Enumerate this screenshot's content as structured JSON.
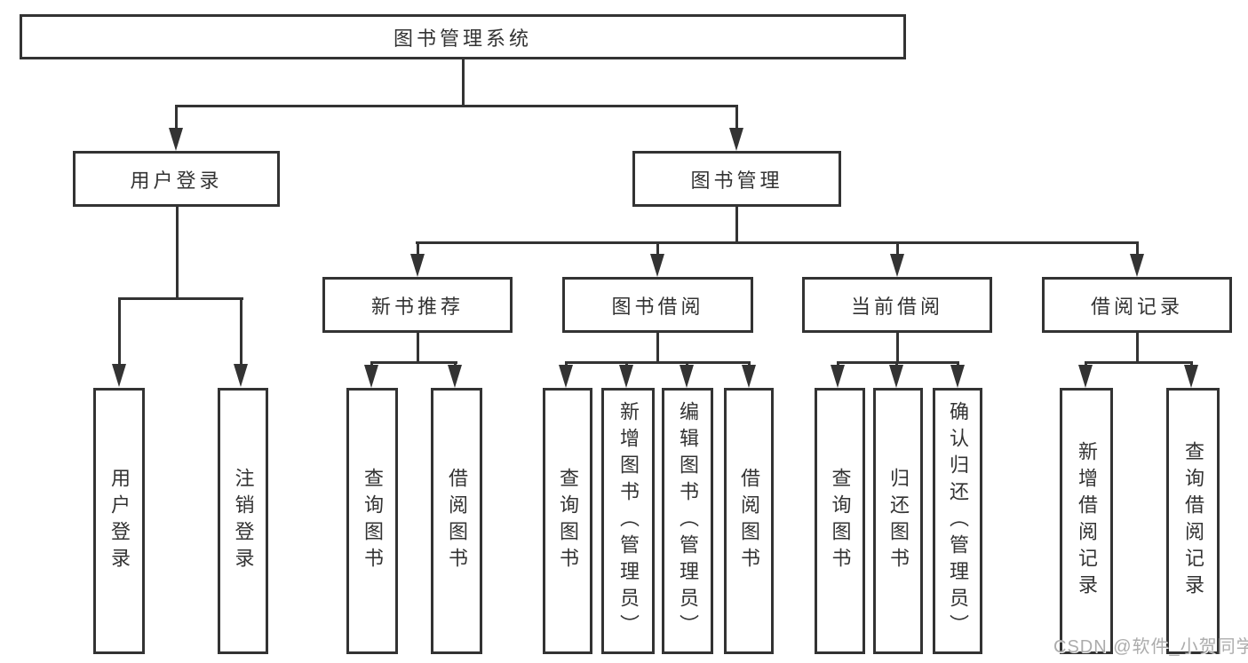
{
  "watermark": "CSDN @软件_小贺同学",
  "colors": {
    "line": "#333333",
    "text": "#333333",
    "watermark": "#a8a8a8",
    "background": "#ffffff"
  },
  "tree": {
    "label": "图书管理系统",
    "children": [
      {
        "label": "用户登录",
        "children": [
          {
            "label": "用户登录"
          },
          {
            "label": "注销登录"
          }
        ]
      },
      {
        "label": "图书管理",
        "children": [
          {
            "label": "新书推荐",
            "children": [
              {
                "label": "查询图书"
              },
              {
                "label": "借阅图书"
              }
            ]
          },
          {
            "label": "图书借阅",
            "children": [
              {
                "label": "查询图书"
              },
              {
                "label": "新增图书（管理员）"
              },
              {
                "label": "编辑图书（管理员）"
              },
              {
                "label": "借阅图书"
              }
            ]
          },
          {
            "label": "当前借阅",
            "children": [
              {
                "label": "查询图书"
              },
              {
                "label": "归还图书"
              },
              {
                "label": "确认归还（管理员）"
              }
            ]
          },
          {
            "label": "借阅记录",
            "children": [
              {
                "label": "新增借阅记录"
              },
              {
                "label": "查询借阅记录"
              }
            ]
          }
        ]
      }
    ]
  }
}
